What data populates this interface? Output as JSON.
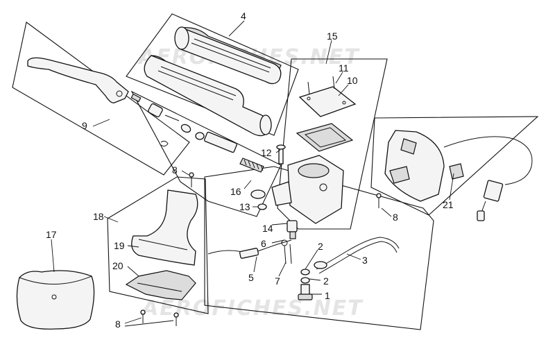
{
  "watermark": "AEROFICHES.NET",
  "callouts": {
    "n1": "1",
    "n2a": "2",
    "n2b": "2",
    "n3": "3",
    "n4": "4",
    "n5": "5",
    "n6": "6",
    "n7": "7",
    "n8a": "8",
    "n8b": "8",
    "n8c": "8",
    "n9": "9",
    "n10": "10",
    "n11": "11",
    "n12": "12",
    "n13": "13",
    "n14": "14",
    "n15": "15",
    "n16": "16",
    "n17": "17",
    "n18": "18",
    "n19": "19",
    "n20": "20",
    "n21": "21"
  }
}
